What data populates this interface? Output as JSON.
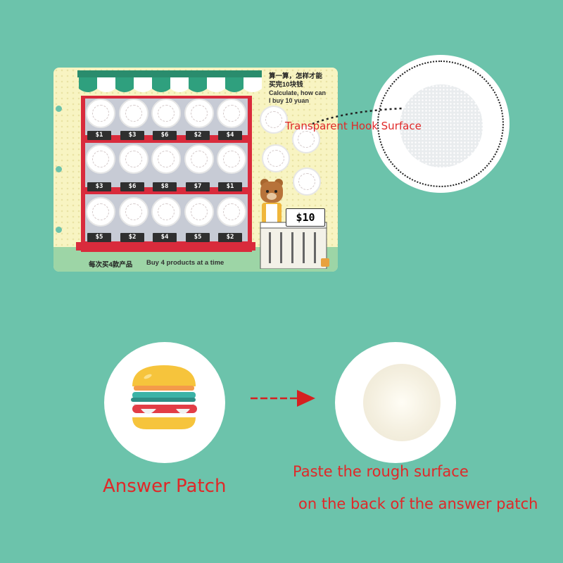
{
  "card": {
    "task_chinese": "算一算，怎样才能买完10块钱",
    "task_english": "Calculate, how can I buy 10 yuan",
    "footer_chinese": "每次买4款产品",
    "footer_english": "Buy 4 products at a time",
    "register_price": "$10",
    "shelves": [
      {
        "prices": [
          "$1",
          "$3",
          "$6",
          "$2",
          "$4"
        ]
      },
      {
        "prices": [
          "$3",
          "$6",
          "$8",
          "$7",
          "$1"
        ]
      },
      {
        "prices": [
          "$5",
          "$2",
          "$4",
          "$5",
          "$2"
        ]
      }
    ]
  },
  "labels": {
    "transparent_hook": "Transparent Hook Surface",
    "answer_patch": "Answer Patch",
    "paste_line1": "Paste the rough surface",
    "paste_line2": "on the back of the answer patch"
  },
  "colors": {
    "background": "#6cc3ab",
    "shelf_red": "#d92b3c",
    "awning_green": "#2fa07e",
    "caption_red": "#e02828"
  },
  "icons": [
    "burger-icon",
    "arrow-right-icon",
    "bear-icon"
  ]
}
